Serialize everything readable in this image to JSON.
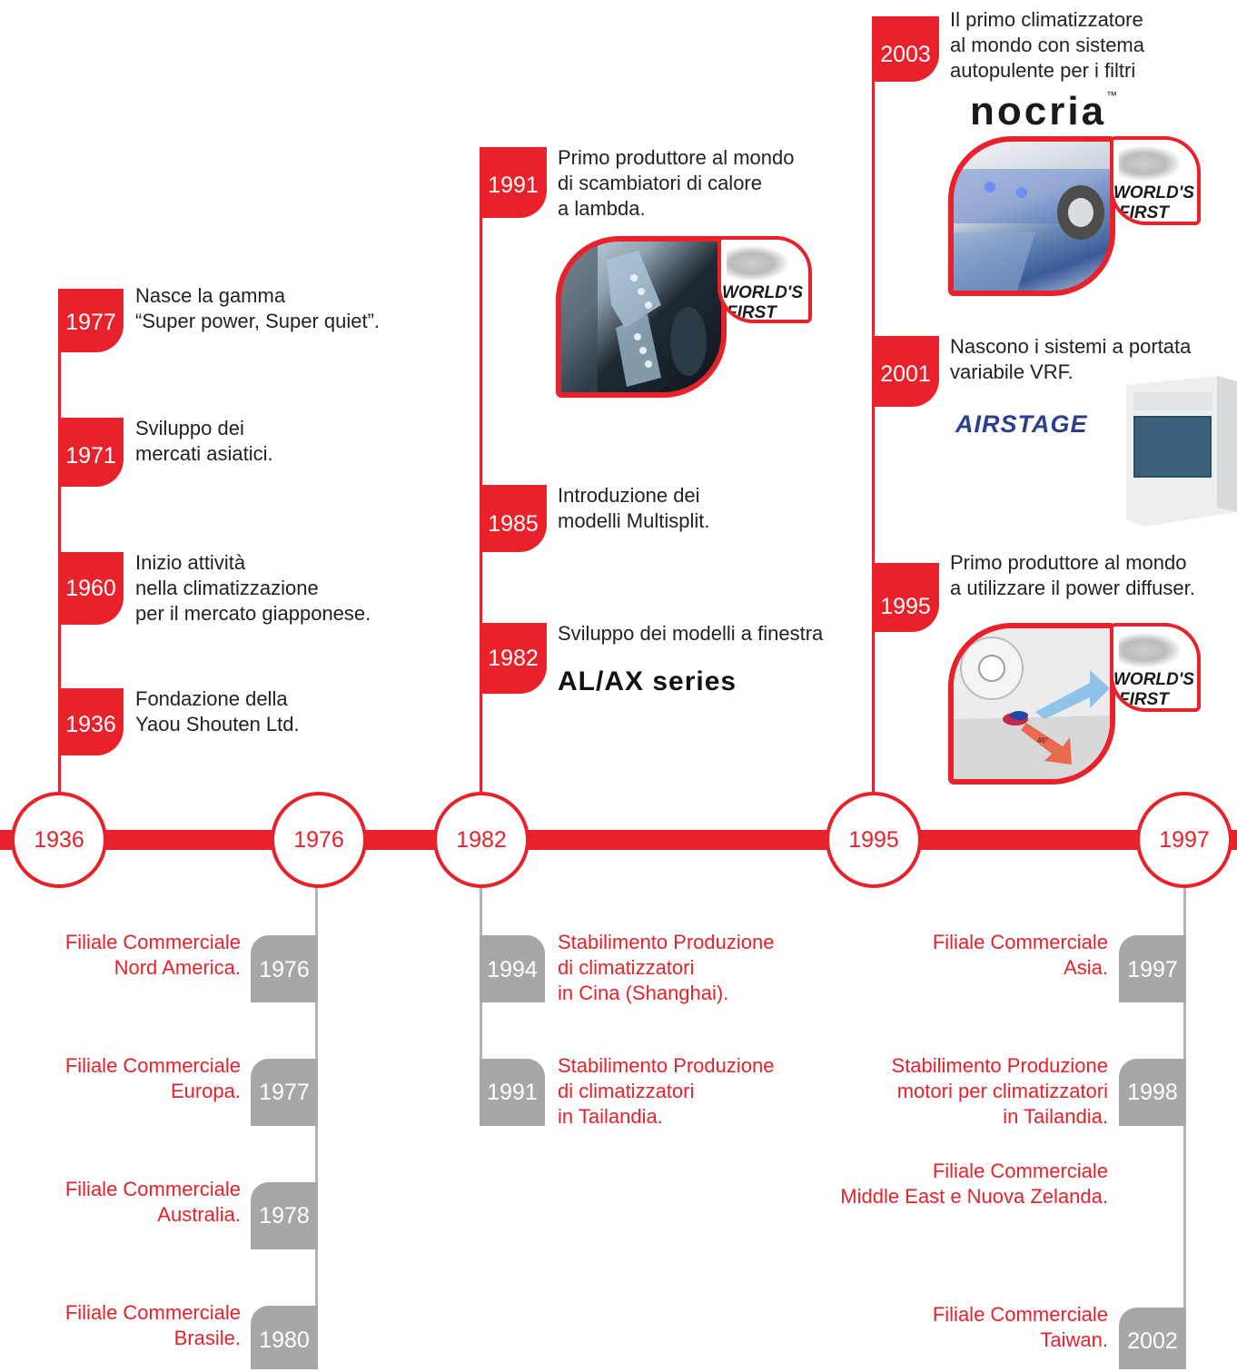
{
  "axis": {
    "years": [
      "1936",
      "1976",
      "1982",
      "1995",
      "1997"
    ]
  },
  "upper": {
    "col1": [
      {
        "year": "1977",
        "text": "Nasce la gamma\n“Super power, Super quiet”."
      },
      {
        "year": "1971",
        "text": "Sviluppo dei\nmercati asiatici."
      },
      {
        "year": "1960",
        "text": "Inizio attività\nnella climatizzazione\nper il mercato giapponese."
      },
      {
        "year": "1936",
        "text": "Fondazione della\nYaou Shouten Ltd."
      }
    ],
    "col2": [
      {
        "year": "1991",
        "text": "Primo produttore al mondo\ndi scambiatori di calore\na lambda."
      },
      {
        "year": "1985",
        "text": "Introduzione dei\nmodelli Multisplit."
      },
      {
        "year": "1982",
        "text": "Sviluppo dei modelli a finestra"
      }
    ],
    "col3": [
      {
        "year": "2003",
        "text": "Il primo climatizzatore\nal mondo con sistema\nautopulente per i filtri"
      },
      {
        "year": "2001",
        "text": "Nascono i sistemi a portata\nvariabile VRF."
      },
      {
        "year": "1995",
        "text": "Primo produttore al mondo\na utilizzare il power diffuser."
      }
    ]
  },
  "brands": {
    "alax": "AL/AX series",
    "nocria": "nocria",
    "tm": "™",
    "airstage": "AIRSTAGE"
  },
  "badge": {
    "line1": "WORLD'S",
    "line2": "FIRST"
  },
  "diffuser_angle": "46°",
  "lower": {
    "col1976": [
      {
        "year": "1976",
        "text": "Filiale Commerciale\nNord America."
      },
      {
        "year": "1977",
        "text": "Filiale Commerciale\nEuropa."
      },
      {
        "year": "1978",
        "text": "Filiale Commerciale\nAustralia."
      },
      {
        "year": "1980",
        "text": "Filiale Commerciale\nBrasile."
      }
    ],
    "col1982": [
      {
        "year": "1994",
        "text": "Stabilimento Produzione\ndi climatizzatori\nin Cina (Shanghai)."
      },
      {
        "year": "1991",
        "text": "Stabilimento Produzione\ndi climatizzatori\nin Tailandia."
      }
    ],
    "col1997": [
      {
        "year": "1997",
        "text": "Filiale Commerciale\nAsia."
      },
      {
        "year": "1998",
        "text": "Stabilimento Produzione\nmotori per climatizzatori\nin Tailandia."
      },
      {
        "year": "",
        "text": "Filiale Commerciale\nMiddle East e Nuova Zelanda."
      },
      {
        "year": "2002",
        "text": "Filiale Commerciale\nTaiwan."
      }
    ]
  },
  "colors": {
    "accent": "#e8212a",
    "gray": "#a7a7a7"
  }
}
